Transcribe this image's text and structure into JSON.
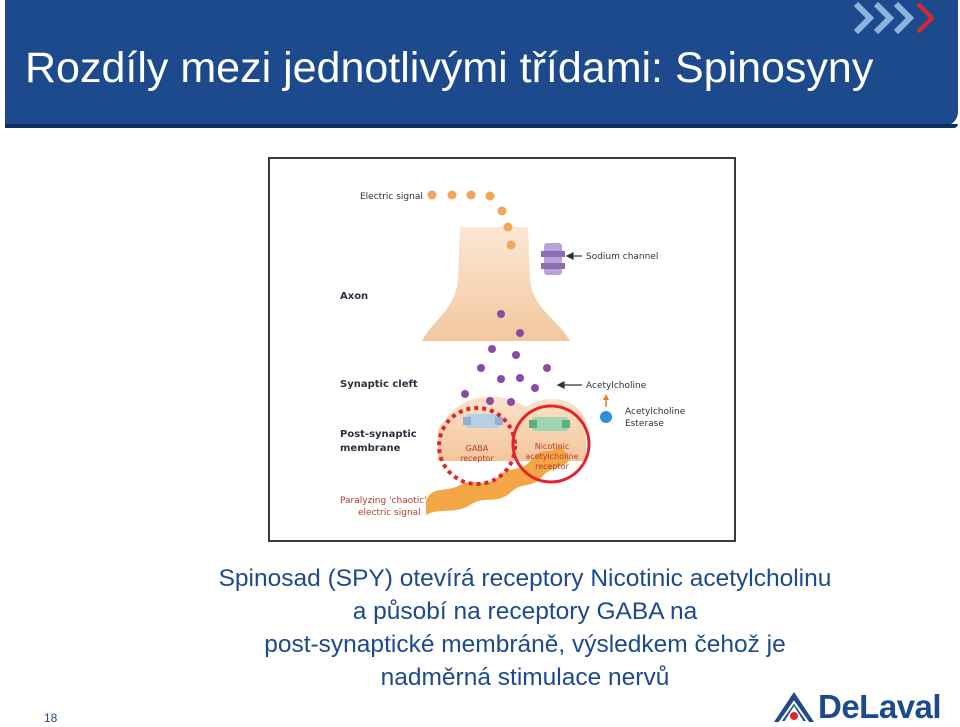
{
  "slide": {
    "title": "Rozdíly mezi jednotlivými třídami: Spinosyny",
    "page_number": "18"
  },
  "figure": {
    "labels": {
      "electric_signal": "Electric signal",
      "sodium_channel": "Sodium channel",
      "axon": "Axon",
      "synaptic_cleft": "Synaptic cleft",
      "acetylcholine": "Acetylcholine",
      "acetylcholine_esterase_1": "Acetylcholine",
      "acetylcholine_esterase_2": "Esterase",
      "post_synaptic_1": "Post-synaptic",
      "post_synaptic_2": "membrane",
      "gaba_1": "GABA",
      "gaba_2": "receptor",
      "nicotinic_1": "Nicotinic",
      "nicotinic_2": "acetylcholine",
      "nicotinic_3": "receptor",
      "paralyzing_1": "Paralyzing 'chaotic'",
      "paralyzing_2": "electric signal"
    },
    "colors": {
      "signal_dot": "#f2a65a",
      "acetylcholine_dot": "#8a4ba8",
      "gaba_highlight": "#e0262c",
      "nicotinic_highlight": "#e0262c",
      "esterase_dot": "#2f8fd8",
      "label_text": "#2a3140"
    }
  },
  "caption": {
    "line1": "Spinosad (SPY) otevírá receptory Nicotinic acetylcholinu",
    "line2": "a působí na receptory GABA na",
    "line3": "post-synaptické membráně, výsledkem čehož je",
    "line4": "nadměrná stimulace nervů"
  },
  "brand": {
    "logo_text": "DeLaval",
    "logo_icon": "delaval-logo-icon",
    "accent": "#1d4a8c",
    "chevron_icon": "chevrons-icon"
  }
}
